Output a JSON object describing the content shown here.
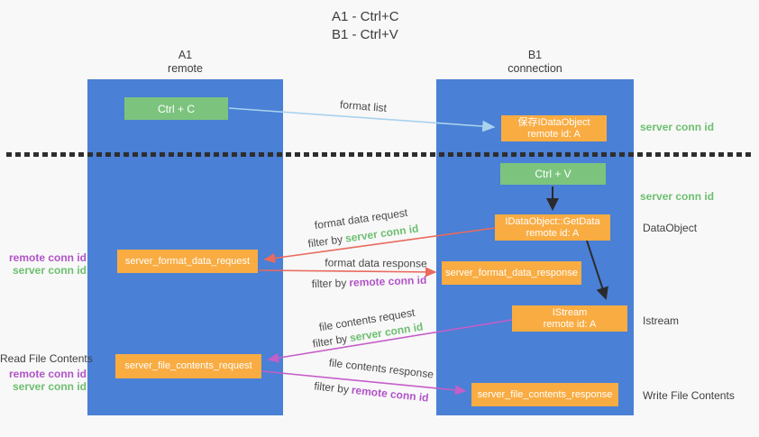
{
  "colors": {
    "background": "#f8f8f8",
    "lifeline_blue": "#4a80d5",
    "node_green": "#7cc47e",
    "node_orange": "#f9ac42",
    "arrow_blue": "#a8d2ee",
    "arrow_red": "#e96a5e",
    "arrow_magenta": "#c45ec8",
    "arrow_black": "#2b2b2b",
    "text_dark": "#3f3f3f",
    "text_green": "#6dbf70",
    "text_purple": "#b153c8"
  },
  "title": {
    "line1": "A1 - Ctrl+C",
    "line2": "B1 - Ctrl+V"
  },
  "lifelines": {
    "left": {
      "title": "A1",
      "subtitle": "remote"
    },
    "right": {
      "title": "B1",
      "subtitle": "connection"
    }
  },
  "nodes": {
    "ctrl_c": {
      "label": "Ctrl + C"
    },
    "ctrl_v": {
      "label": "Ctrl + V"
    },
    "save_idataobject": {
      "line1": "保存IDataObject",
      "line2": "remote id: A"
    },
    "getdata": {
      "line1": "IDataObject::GetData",
      "line2": "remote id: A"
    },
    "istream": {
      "line1": "IStream",
      "line2": "remote id: A"
    },
    "server_format_data_request": {
      "label": "server_format_data_request"
    },
    "server_format_data_response": {
      "label": "server_format_data_response"
    },
    "server_file_contents_request": {
      "label": "server_file_contents_request"
    },
    "server_file_contents_response": {
      "label": "server_file_contents_response"
    }
  },
  "arrows": {
    "format_list": {
      "label": "format list"
    },
    "format_data_request": {
      "label": "format data request",
      "filter_prefix": "filter by",
      "filter_key": "server conn id"
    },
    "format_data_response": {
      "label": "format data response",
      "filter_prefix": "filter by",
      "filter_key": "remote conn id"
    },
    "file_contents_request": {
      "label": "file contents request",
      "filter_prefix": "filter by",
      "filter_key": "server conn id"
    },
    "file_contents_response": {
      "label": "file contents response",
      "filter_prefix": "filter by",
      "filter_key": "remote conn id"
    }
  },
  "annotations": {
    "right": {
      "server_conn_id_top": "server conn id",
      "server_conn_id_mid": "server conn id",
      "dataobject": "DataObject",
      "istream": "Istream",
      "write_file_contents": "Write File Contents"
    },
    "left": {
      "format_remote_conn_id": "remote conn id",
      "format_server_conn_id": "server conn id",
      "read_file_contents": "Read File Contents",
      "file_remote_conn_id": "remote conn id",
      "file_server_conn_id": "server conn id"
    }
  }
}
